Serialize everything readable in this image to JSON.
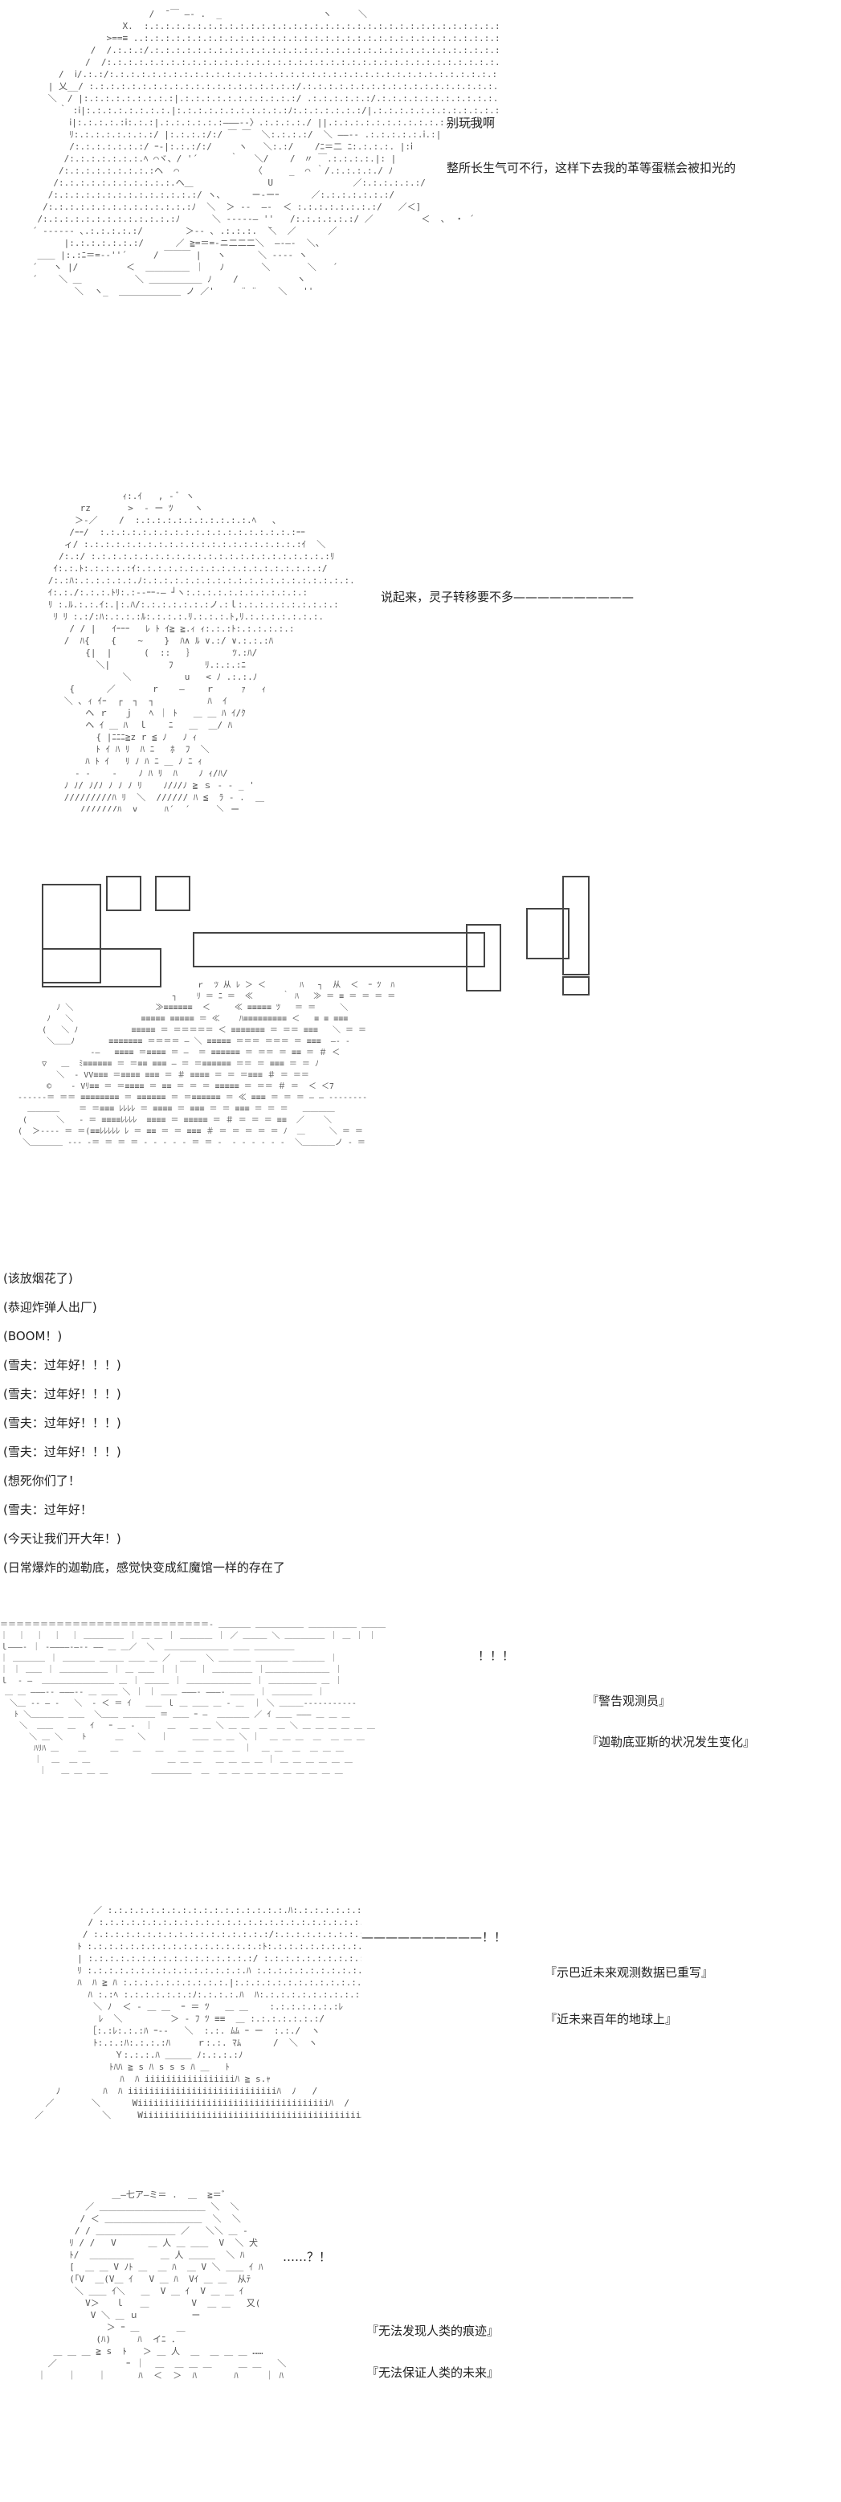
{
  "panel1": {
    "lines": [
      "别玩我啊",
      "整所长生气可不行，这样下去我的革等蛋糕会被扣光的"
    ]
  },
  "panel2": {
    "lines": [
      "说起来，灵子转移要不多——————————"
    ]
  },
  "panel3": {
    "caption_lines": [
      "(该放烟花了)",
      "(恭迎炸弹人出厂)",
      "(BOOM！)",
      "(雪夫：过年好！！！)",
      "(雪夫：过年好！！！)",
      "(雪夫：过年好！！！)",
      "(雪夫：过年好！！！)",
      "(想死你们了！",
      "(雪夫：过年好！",
      "(今天让我们开大年！)",
      "(日常爆炸的迦勒底，感觉快变成紅魔馆一样的存在了"
    ]
  },
  "panel4": {
    "exclaim": "！！！",
    "lines": [
      "『警告观测员』",
      "『迦勒底亚斯的状况发生变化』"
    ]
  },
  "panel5": {
    "dash": "——————————！！",
    "lines": [
      "『示巴近未来观测数据已重写』",
      "『近未来百年的地球上』"
    ]
  },
  "panel6": {
    "ellipsis": "……？！",
    "lines": [
      "『无法发现人类的痕迹』",
      "『无法保证人类的未来』"
    ]
  }
}
